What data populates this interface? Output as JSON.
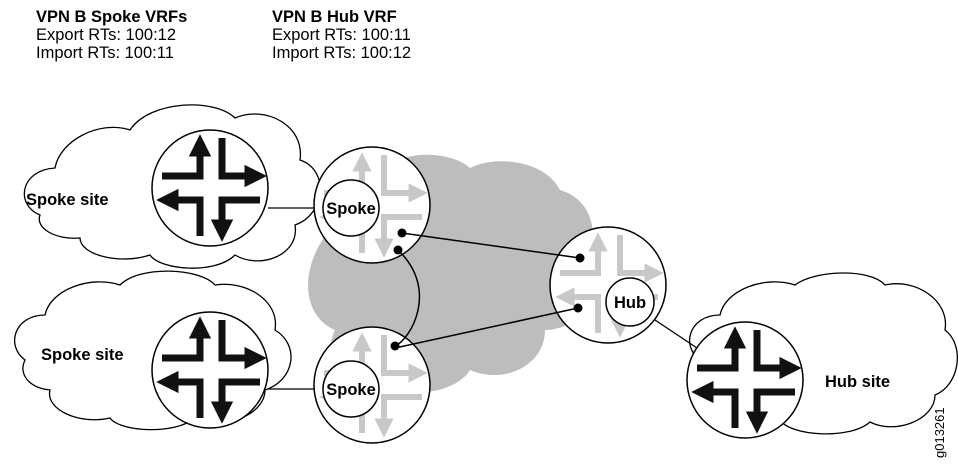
{
  "rt_labels": {
    "spoke": {
      "heading": "VPN B Spoke VRFs",
      "export": "Export RTs: 100:12",
      "import": "Import RTs: 100:11"
    },
    "hub": {
      "heading": "VPN B Hub VRF",
      "export": "Export RTs: 100:11",
      "import": "Import RTs: 100:12"
    }
  },
  "sites": {
    "spoke_top": "Spoke site",
    "spoke_bottom": "Spoke site",
    "hub": "Hub site"
  },
  "vrfs": {
    "spoke_top": "Spoke",
    "spoke_bottom": "Spoke",
    "hub": "Hub"
  },
  "figure_id": "g013261",
  "colors": {
    "provider_cloud": "#bdbdbd",
    "router_arrows_ce": "#111111",
    "router_arrows_pe": "#c8c8c8",
    "lines": "#000000"
  },
  "icons": [
    "router-icon",
    "cloud-icon"
  ]
}
